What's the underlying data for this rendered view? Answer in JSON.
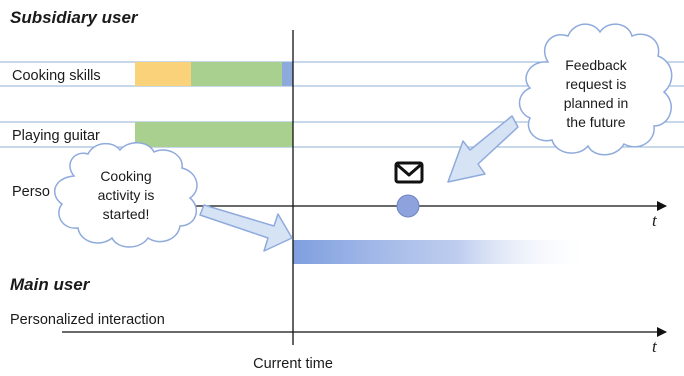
{
  "sections": {
    "subsidiary_heading": "Subsidiary user",
    "main_heading": "Main user"
  },
  "rows": {
    "cooking_label": "Cooking skills",
    "guitar_label": "Playing guitar",
    "personalized_label_partial": "Perso",
    "main_personalized_label": "Personalized interaction"
  },
  "axis": {
    "t_label_top": "t",
    "t_label_bottom": "t",
    "current_time_label": "Current time"
  },
  "callouts": {
    "feedback": [
      "Feedback",
      "request is",
      "planned in",
      "the future"
    ],
    "cooking": [
      "Cooking",
      "activity is",
      "started!"
    ]
  },
  "icons": {
    "envelope": "envelope-icon",
    "event_marker": "feedback-event-dot"
  },
  "colors": {
    "row_line": "#7fa6c9",
    "skill_orange": "#f9d27a",
    "skill_green": "#a9d08e",
    "skill_blue": "#8eaadb",
    "event_dot": "#8ea2dd",
    "interaction_bar": "#7f9edf",
    "arrow_fill": "#d6e3f5",
    "arrow_stroke": "#8faadc",
    "cloud_stroke": "#8faadc"
  }
}
